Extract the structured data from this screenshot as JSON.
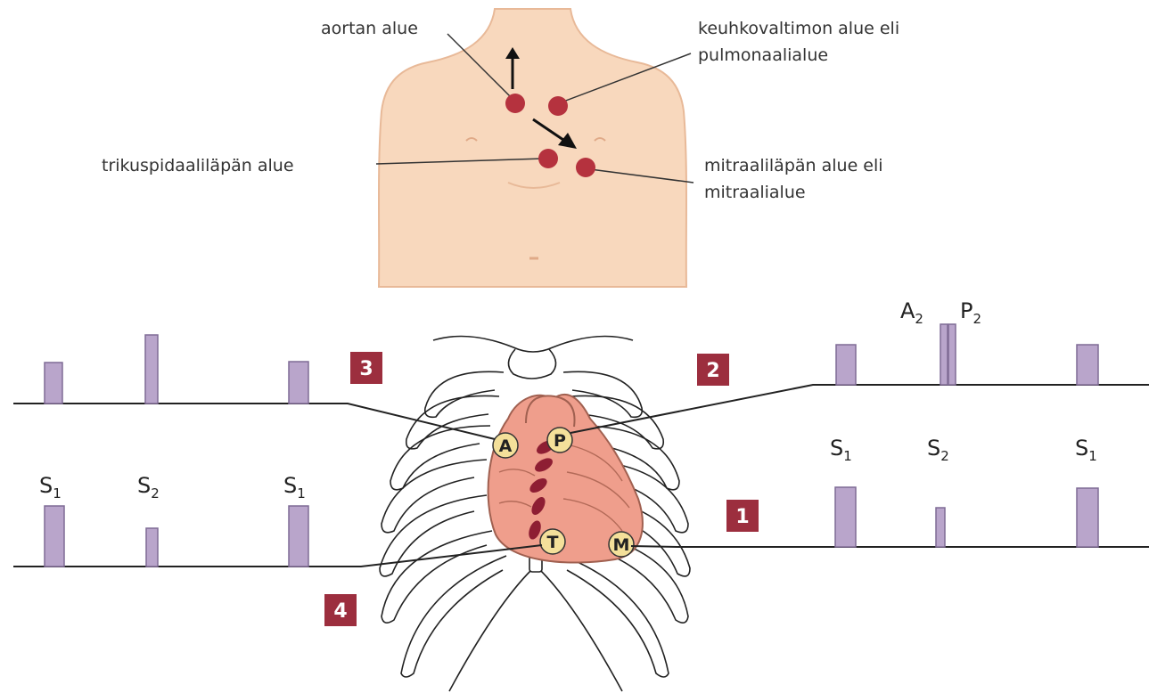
{
  "torso": {
    "labels": {
      "aortic": "aortan alue",
      "pulmonary_line1": "keuhkovaltimon alue eli",
      "pulmonary_line2": "pulmonaalialue",
      "tricuspid": "trikuspidaaliläpän alue",
      "mitral_line1": "mitraaliläpän alue eli",
      "mitral_line2": "mitraalialue"
    }
  },
  "valves": {
    "aortic": "A",
    "pulmonary": "P",
    "tricuspid": "T",
    "mitral": "M"
  },
  "area_numbers": {
    "one": "1",
    "two": "2",
    "three": "3",
    "four": "4"
  },
  "sound_labels": {
    "S": "S",
    "A": "A",
    "P": "P",
    "sub1": "1",
    "sub2": "2"
  },
  "colors": {
    "skin": "#f8d8bd",
    "skin_outline": "#e8b998",
    "marker": "#b5323e",
    "heart": "#ef9e8c",
    "heart_outline": "#a06050",
    "valve_circle": "#f4e09a",
    "bar_fill": "#b9a5cb",
    "bar_stroke": "#7f6b95",
    "badge": "#9c2e3e"
  }
}
